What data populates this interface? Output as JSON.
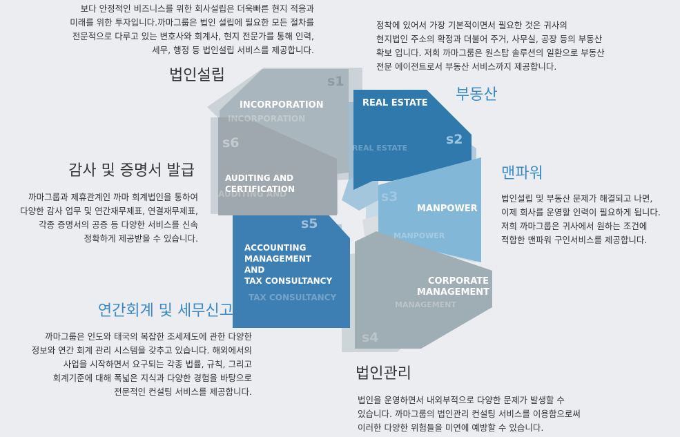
{
  "sections": {
    "incorporation": {
      "title": "법인설립",
      "label": "INCORPORATION",
      "number": "s1",
      "desc": [
        "보다 안정적인 비즈니스를 위한 회사설립은 더욱빠른 현지 적응과",
        "미래를 위한 투자입니다.까마그룹은 법인 설립에 필요한 모든 절차를",
        "전문적으로 다루고 있는 변호사와 회계사, 현지 전문가를 통해 인력,",
        "세무, 행정 등 법인설립 서비스를 제공합니다."
      ]
    },
    "real_estate": {
      "title": "부동산",
      "label": "REAL ESTATE",
      "number": "s2",
      "desc": [
        "정착에 있어서 가장 기본적이면서 필요한 것은 귀사의",
        "현지법인 주소의 확정과 더불어 주거, 사무실, 공장 등의 부동산",
        "확보 입니다. 저희 까마그룹은 원스탑 솔루션의 일환으로 부동산",
        "전문 에이전트로서 부동산 서비스까지 제공합니다."
      ]
    },
    "manpower": {
      "title": "맨파워",
      "label": "MANPOWER",
      "number": "s3",
      "desc": [
        "법인설립 및 부동산 문제가 해결되고 나면,",
        "이제 회사를 운영할 인력이 필요하게 됩니다.",
        "저희 까마그룹은 귀사에서 원하는 조건에",
        "적합한 맨파워 구인서비스를 제공합니다."
      ]
    },
    "corporate_management": {
      "title": "법인관리",
      "label_lines": [
        "CORPORATE",
        "MANAGEMENT"
      ],
      "number": "s4",
      "desc": [
        "법인을 운영하면서 내외부적으로 다양한 문제가 발생할 수",
        "있습니다. 까마그룹의 법인관리 컨설팅 서비스를 이용함으로써",
        "이러한 다양한 위험들을 미연에 예방할 수 있습니다."
      ]
    },
    "accounting": {
      "title": "연간회계 및 세무신고",
      "label_lines": [
        "ACCOUNTING",
        "MANAGEMENT",
        "AND",
        "TAX CONSULTANCY"
      ],
      "number": "s5",
      "desc": [
        "까마그룹은 인도와 태국의 복잡한 조세제도에 관한 다양한",
        "정보와 연간 회계 관리 시스템을 갖추고 있습니다. 해외에서의",
        "사업을 시작하면서 요구되는 각종 법률, 규칙, 그리고",
        "회계기준에 대해 폭넓은 지식과 다양한 경험을 바탕으로",
        "전문적인 컨설팅 서비스를 제공합니다."
      ]
    },
    "auditing": {
      "title": "감사 및 증명서 발급",
      "label_lines": [
        "AUDITING AND",
        "CERTIFICATION"
      ],
      "number": "s6",
      "desc": [
        "까마그룹과 제휴관계인 까마 회계법인을 통하여",
        "다양한 감사 업무 및 연간재무제표, 연결재무제표,",
        "각종 증명서의 공증 등 다양한 서비스를 신속",
        "정확하게 제공받을 수 있습니다."
      ]
    }
  },
  "colors": {
    "background": "#ebedf0",
    "accent_title": "#3b8ac4",
    "incorporation": "#a9b6bd",
    "real_estate": "#2f79ad",
    "manpower": "#82b7d8",
    "corporate_management": "#9fadb5",
    "accounting": "#3d7fb3",
    "auditing": "#9ea8ae"
  }
}
